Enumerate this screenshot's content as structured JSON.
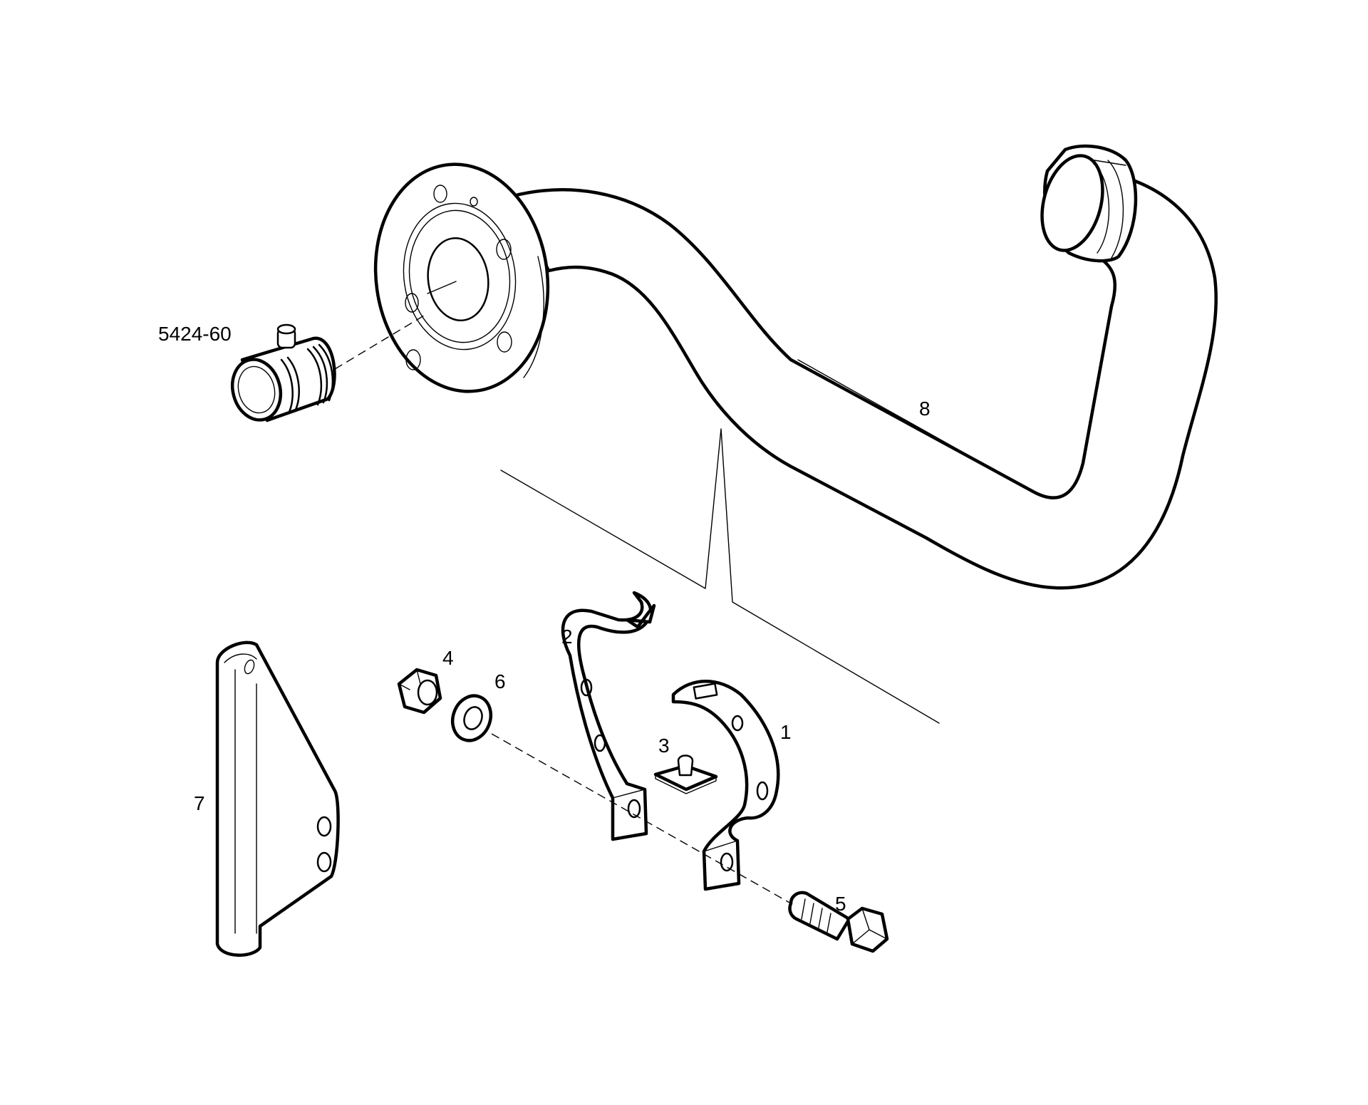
{
  "callouts": {
    "adapter": "5424-60",
    "pipe": "8",
    "clamp_front": "2",
    "clamp_rear": "1",
    "plate_nut": "3",
    "nut": "4",
    "washer": "6",
    "bolt": "5",
    "bracket": "7"
  }
}
